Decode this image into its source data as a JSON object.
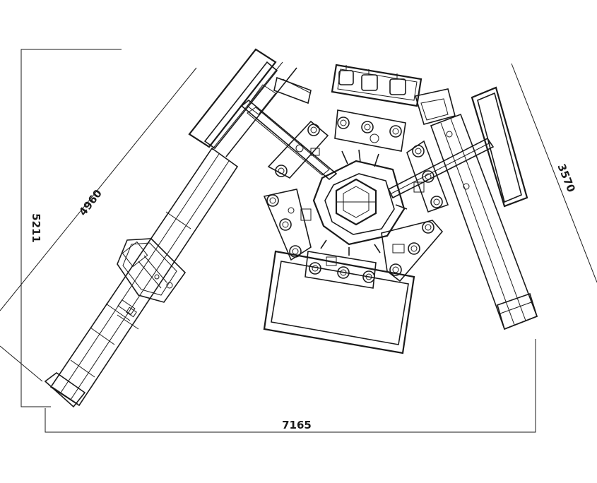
{
  "dimensions": {
    "height_left": "5211",
    "diagonal_left": "4960",
    "width_bottom": "7165",
    "diagonal_right": "3570"
  },
  "colors": {
    "line": "#1a1a1a",
    "background": "#ffffff"
  }
}
